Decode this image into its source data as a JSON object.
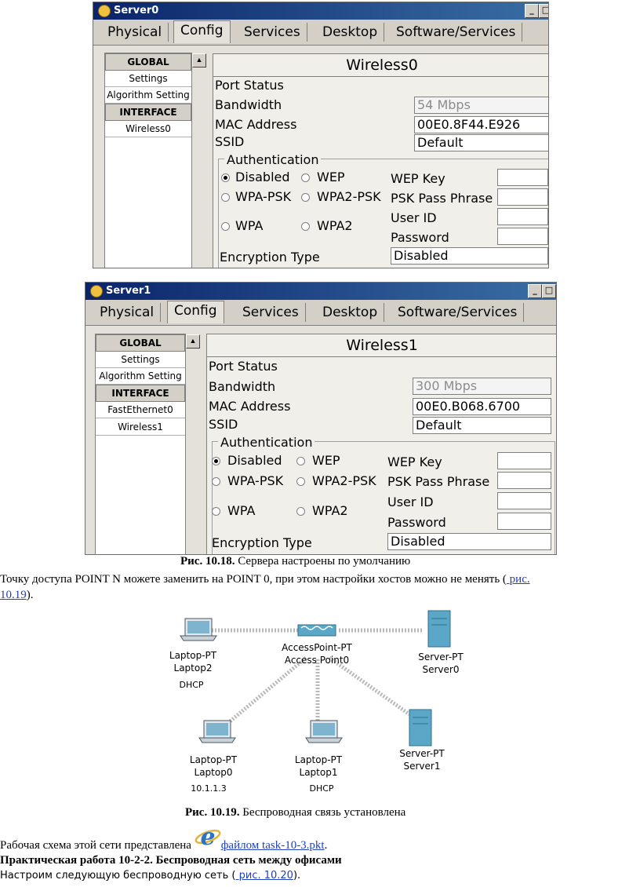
{
  "windows": [
    {
      "title": "Server0",
      "tabs": [
        "Physical",
        "Config",
        "Services",
        "Desktop",
        "Software/Services"
      ],
      "active_tab": "Config",
      "sidebar": {
        "global_header": "GLOBAL",
        "items_global": [
          "Settings",
          "Algorithm Setting"
        ],
        "interface_header": "INTERFACE",
        "items_interface": [
          "Wireless0"
        ]
      },
      "panel": {
        "title": "Wireless0",
        "port_status_label": "Port Status",
        "bandwidth_label": "Bandwidth",
        "bandwidth_value": "54 Mbps",
        "mac_label": "MAC Address",
        "mac_value": "00E0.8F44.E926",
        "ssid_label": "SSID",
        "ssid_value": "Default",
        "auth_label": "Authentication",
        "opt_disabled": "Disabled",
        "opt_wep": "WEP",
        "opt_wpapsk": "WPA-PSK",
        "opt_wpa2psk": "WPA2-PSK",
        "opt_wpa": "WPA",
        "opt_wpa2": "WPA2",
        "wep_key_label": "WEP Key",
        "psk_label": "PSK Pass Phrase",
        "userid_label": "User ID",
        "password_label": "Password",
        "enc_label": "Encryption Type",
        "enc_value": "Disabled"
      }
    },
    {
      "title": "Server1",
      "tabs": [
        "Physical",
        "Config",
        "Services",
        "Desktop",
        "Software/Services"
      ],
      "active_tab": "Config",
      "sidebar": {
        "global_header": "GLOBAL",
        "items_global": [
          "Settings",
          "Algorithm Setting"
        ],
        "interface_header": "INTERFACE",
        "items_interface": [
          "FastEthernet0",
          "Wireless1"
        ]
      },
      "panel": {
        "title": "Wireless1",
        "port_status_label": "Port Status",
        "bandwidth_label": "Bandwidth",
        "bandwidth_value": "300 Mbps",
        "mac_label": "MAC Address",
        "mac_value": "00E0.B068.6700",
        "ssid_label": "SSID",
        "ssid_value": "Default",
        "auth_label": "Authentication",
        "opt_disabled": "Disabled",
        "opt_wep": "WEP",
        "opt_wpapsk": "WPA-PSK",
        "opt_wpa2psk": "WPA2-PSK",
        "opt_wpa": "WPA",
        "opt_wpa2": "WPA2",
        "wep_key_label": "WEP Key",
        "psk_label": "PSK Pass Phrase",
        "userid_label": "User ID",
        "password_label": "Password",
        "enc_label": "Encryption Type",
        "enc_value": "Disabled"
      }
    }
  ],
  "caption1": {
    "num": "Рис. 10.18.",
    "text": " Сервера настроены по умолчанию"
  },
  "para1": {
    "text": "Точку доступа POINT N можете заменить на POINT 0, при этом настройки хостов можно не менять (",
    "link1": " рис.",
    "link2": "10.19",
    "tail": ")."
  },
  "topology": {
    "access_point": {
      "type": "AccessPoint-PT",
      "name": "Access Point0"
    },
    "laptop2": {
      "type": "Laptop-PT",
      "name": "Laptop2",
      "note": "DHCP"
    },
    "server0": {
      "type": "Server-PT",
      "name": "Server0"
    },
    "laptop0": {
      "type": "Laptop-PT",
      "name": "Laptop0",
      "note": "10.1.1.3"
    },
    "laptop1": {
      "type": "Laptop-PT",
      "name": "Laptop1",
      "note": "DHCP"
    },
    "server1": {
      "type": "Server-PT",
      "name": "Server1"
    }
  },
  "caption2": {
    "num": "Рис. 10.19.",
    "text": " Беспроводная связь установлена"
  },
  "para2": {
    "text": "Рабочая схема этой сети представлена ",
    "link": "файлом task-10-3.pkt",
    "tail": "."
  },
  "heading": "Практическая работа 10-2-2. Беспроводная сеть между офисами",
  "para3": {
    "text": "Настроим следующую беспроводную сеть (",
    "link": " рис. 10.20",
    "tail": ")."
  },
  "colors": {
    "titlebar": "#0a246a",
    "link": "#1f3fbf",
    "window_bg": "#d4d0c8"
  }
}
